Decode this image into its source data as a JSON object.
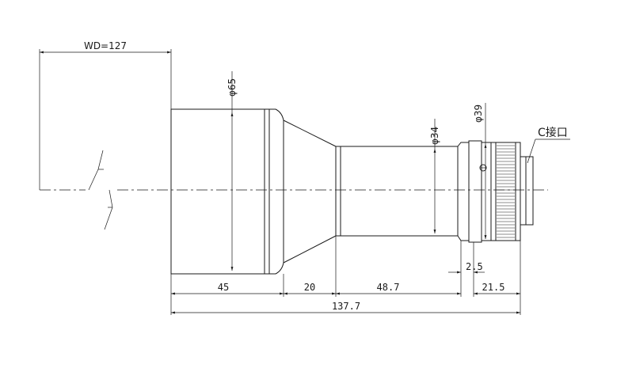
{
  "labels": {
    "wd": "WD=127",
    "dia_65": "φ65",
    "dia_34": "φ34",
    "dia_39": "φ39",
    "c_mount": "C接口",
    "len_45": "45",
    "len_20": "20",
    "len_48_7": "48.7",
    "len_2_5": "2.5",
    "len_21_5": "21.5",
    "len_total": "137.7"
  },
  "colors": {
    "line": "#1a1a1a",
    "background": "#ffffff"
  }
}
